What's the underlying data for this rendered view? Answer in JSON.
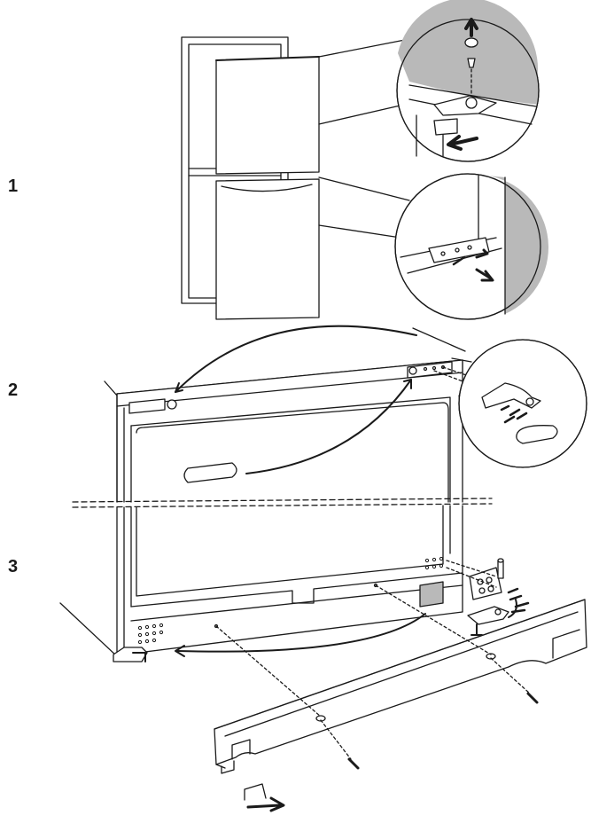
{
  "steps": [
    {
      "label": "1"
    },
    {
      "label": "2"
    },
    {
      "label": "3"
    }
  ],
  "colors": {
    "line": "#1a1a1a",
    "shade": "#b9b9b9",
    "fill": "#ffffff"
  },
  "icons": {
    "arrow": "arrow-icon",
    "screw": "screw-icon"
  }
}
